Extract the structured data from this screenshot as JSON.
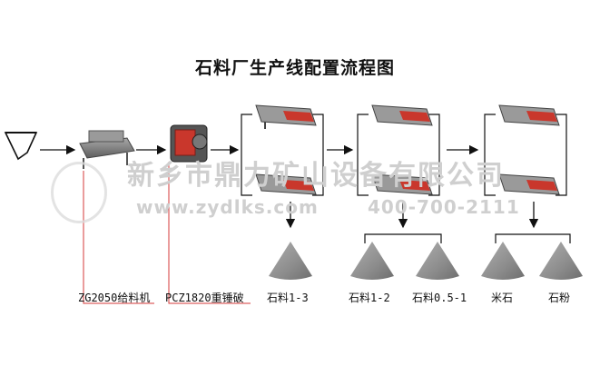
{
  "title": "石料厂生产线配置流程图",
  "watermark": {
    "company": "新乡市鼎力矿山设备有限公司",
    "website": "www.zydlks.com",
    "phone": "400-700-2111"
  },
  "equipment": {
    "feeder_label": "ZG2050给料机",
    "crusher_label": "PCZ1820重锤破"
  },
  "products": [
    {
      "label": "石料1-3"
    },
    {
      "label": "石料1-2"
    },
    {
      "label": "石料0.5-1"
    },
    {
      "label": "米石"
    },
    {
      "label": "石粉"
    }
  ],
  "colors": {
    "leader_line": "#d63a3a",
    "screen_body": "#8c8c8c",
    "screen_red": "#c9372c",
    "stockpile": "#9a9a9a",
    "arrow": "#111111"
  }
}
